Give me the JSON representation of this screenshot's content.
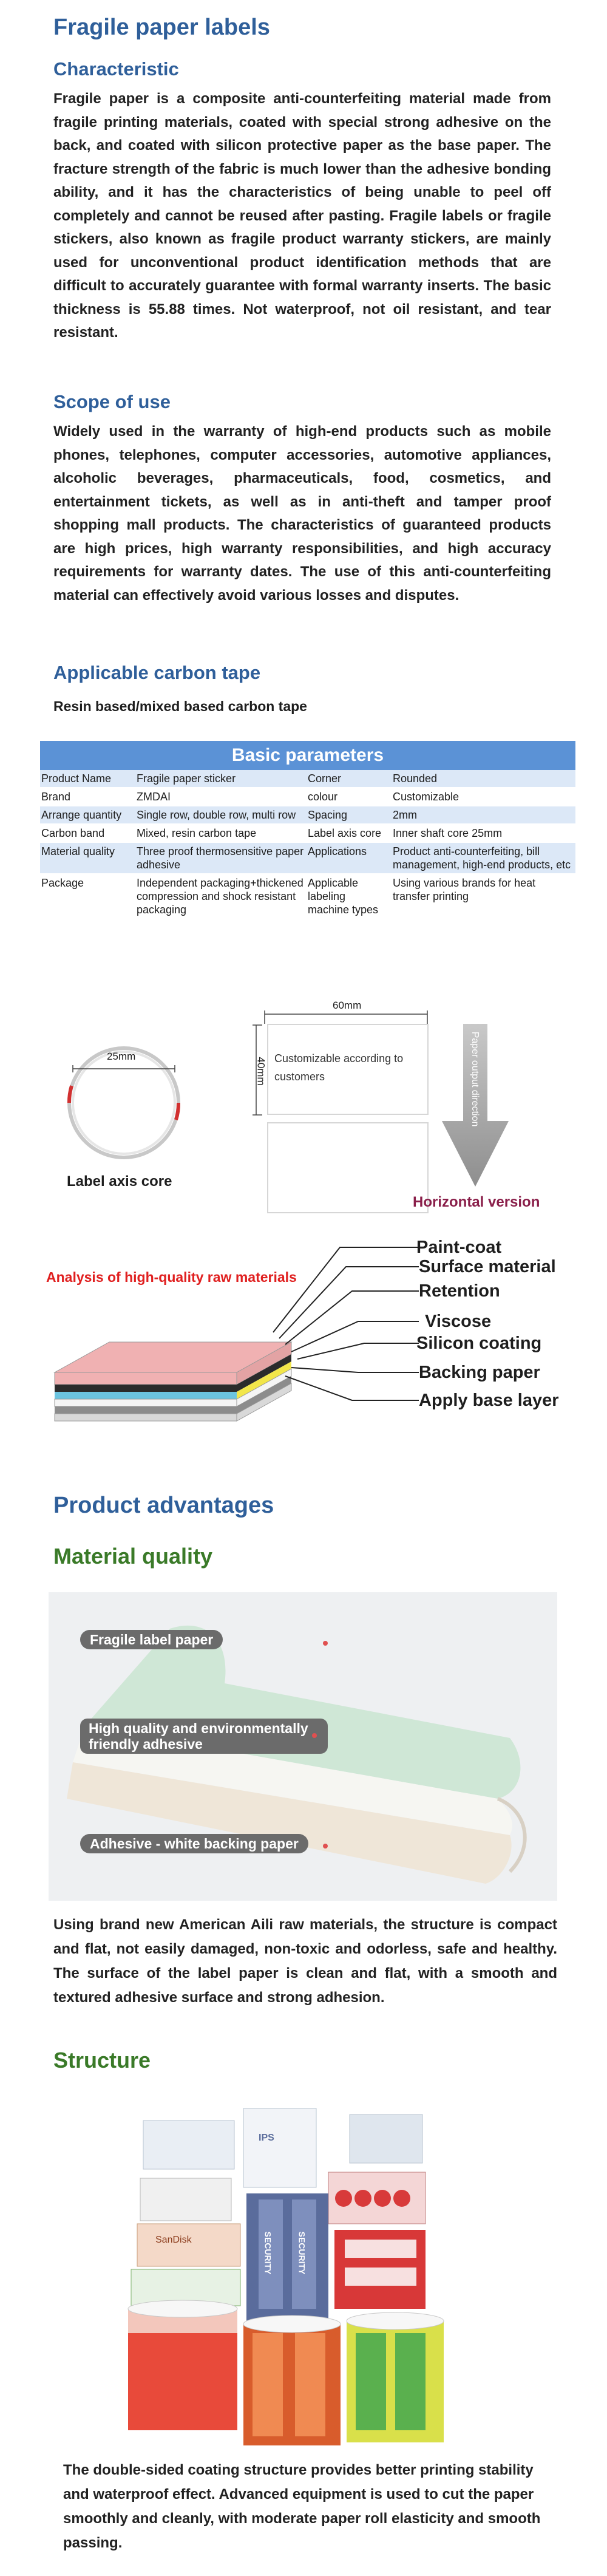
{
  "title": "Fragile paper labels",
  "characteristic": {
    "heading": "Characteristic",
    "text": "Fragile paper is a composite anti-counterfeiting material made from fragile printing materials, coated with special strong adhesive on the back, and coated with silicon protective paper as the base paper. The fracture strength of the fabric is much lower than the adhesive bonding ability, and it has the characteristics of being unable to peel off completely and cannot be reused after pasting. Fragile labels or fragile stickers, also known as fragile product warranty stickers, are mainly used for unconventional product identification methods that are difficult to accurately guarantee with formal warranty inserts. The basic thickness is 55.88 times. Not waterproof, not oil resistant, and tear resistant."
  },
  "scope": {
    "heading": "Scope of use",
    "text": "Widely used in the warranty of high-end products such as mobile phones, telephones, computer accessories, automotive appliances, alcoholic beverages, pharmaceuticals, food, cosmetics, and entertainment tickets, as well as in anti-theft and tamper proof shopping mall products. The characteristics of guaranteed products are high prices, high warranty responsibilities, and high accuracy requirements for warranty dates. The use of this anti-counterfeiting material can effectively avoid various losses and disputes."
  },
  "carbon": {
    "heading": "Applicable carbon tape",
    "text": "Resin based/mixed based carbon tape"
  },
  "params": {
    "title": "Basic parameters",
    "rows": [
      [
        "Product Name",
        "Fragile paper sticker",
        "Corner",
        "Rounded"
      ],
      [
        "Brand",
        "ZMDAI",
        "colour",
        "Customizable"
      ],
      [
        "Arrange quantity",
        "Single row, double row, multi row",
        "Spacing",
        "2mm"
      ],
      [
        "Carbon band",
        "Mixed, resin carbon tape",
        "Label axis core",
        "Inner shaft core 25mm"
      ],
      [
        "Material quality",
        "Three proof thermosensitive paper adhesive",
        "Applications",
        "Product anti-counterfeiting, bill management, high-end products, etc"
      ],
      [
        "Package",
        "Independent packaging+thickened compression and shock resistant packaging",
        "Applicable labeling machine types",
        "Using various brands for heat transfer printing"
      ]
    ]
  },
  "core": {
    "dim": "25mm",
    "caption": "Label axis core"
  },
  "layout": {
    "width_label": "60mm",
    "height_label": "40mm",
    "card_text": "Customizable according to customers",
    "arrow_text": "Paper output direction",
    "caption": "Horizontal version"
  },
  "layers": {
    "title": "Analysis of high-quality raw materials",
    "labels": [
      "Paint-coat",
      "Surface material",
      "Retention",
      "Viscose",
      "Silicon coating",
      "Backing paper",
      "Apply base layer"
    ]
  },
  "advantages": {
    "heading": "Product advantages",
    "material_heading": "Material quality",
    "tags": [
      "Fragile label paper",
      "High quality and environmentally friendly adhesive",
      "Adhesive - white backing paper"
    ],
    "material_text": "Using brand new American Aili raw materials, the structure is compact and flat, not easily damaged, non-toxic and odorless, safe and healthy. The surface of the label paper is clean and flat, with a smooth and textured adhesive surface and strong adhesion."
  },
  "structure": {
    "heading": "Structure",
    "roll_texts": [
      "SanDisk",
      "SECURITY",
      "SECURITY",
      "IPS"
    ],
    "text": "The double-sided coating structure provides better printing stability and waterproof effect. Advanced equipment is used to cut the paper smoothly and cleanly, with moderate paper roll elasticity and smooth passing."
  },
  "colors": {
    "heading_blue": "#2f5f9a",
    "heading_green": "#3a7a28",
    "table_header": "#5b92d6",
    "table_row": "#dce8f7",
    "accent_red": "#e02020",
    "caption_purple": "#8a1f4a"
  }
}
